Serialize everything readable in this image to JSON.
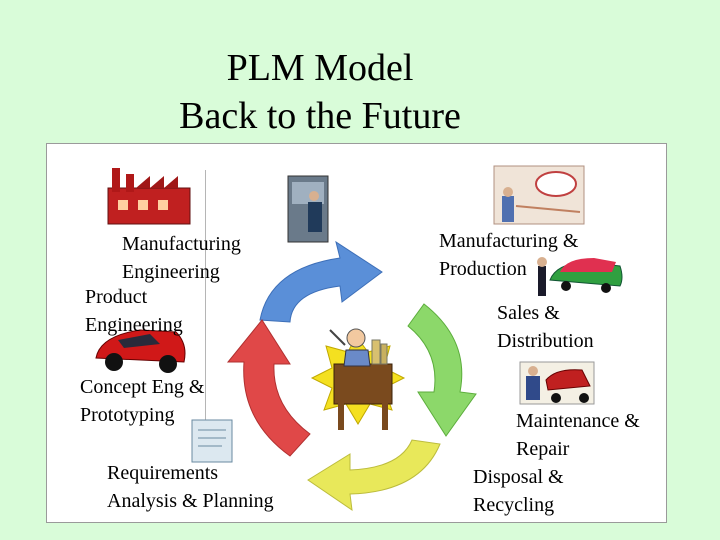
{
  "title": {
    "line1": "PLM Model",
    "line2": "Back to the Future"
  },
  "stages": {
    "mfg_eng": [
      "Manufacturing",
      "Engineering"
    ],
    "product_eng": [
      "Product",
      "Engineering"
    ],
    "concept": [
      "Concept Eng &",
      "Prototyping"
    ],
    "requirements": [
      "Requirements",
      "Analysis & Planning"
    ],
    "mfg_prod": [
      "Manufacturing &",
      "Production"
    ],
    "sales": [
      "Sales &",
      "Distribution"
    ],
    "maintenance": [
      "Maintenance &",
      "Repair"
    ],
    "disposal": [
      "Disposal &",
      "Recycling"
    ]
  },
  "colors": {
    "background": "#d9fcd9",
    "arrow_blue": "#5a8fd8",
    "arrow_green": "#8cd86a",
    "arrow_yellow": "#e8e85a",
    "arrow_red": "#e04848",
    "star": "#f4e020"
  },
  "icons": [
    "factory-icon",
    "worker-photo-icon",
    "sports-car-icon",
    "scroll-document-icon",
    "thinker-at-desk-icon",
    "factory-assembly-icon",
    "cars-dealer-icon",
    "mechanic-repair-icon"
  ]
}
